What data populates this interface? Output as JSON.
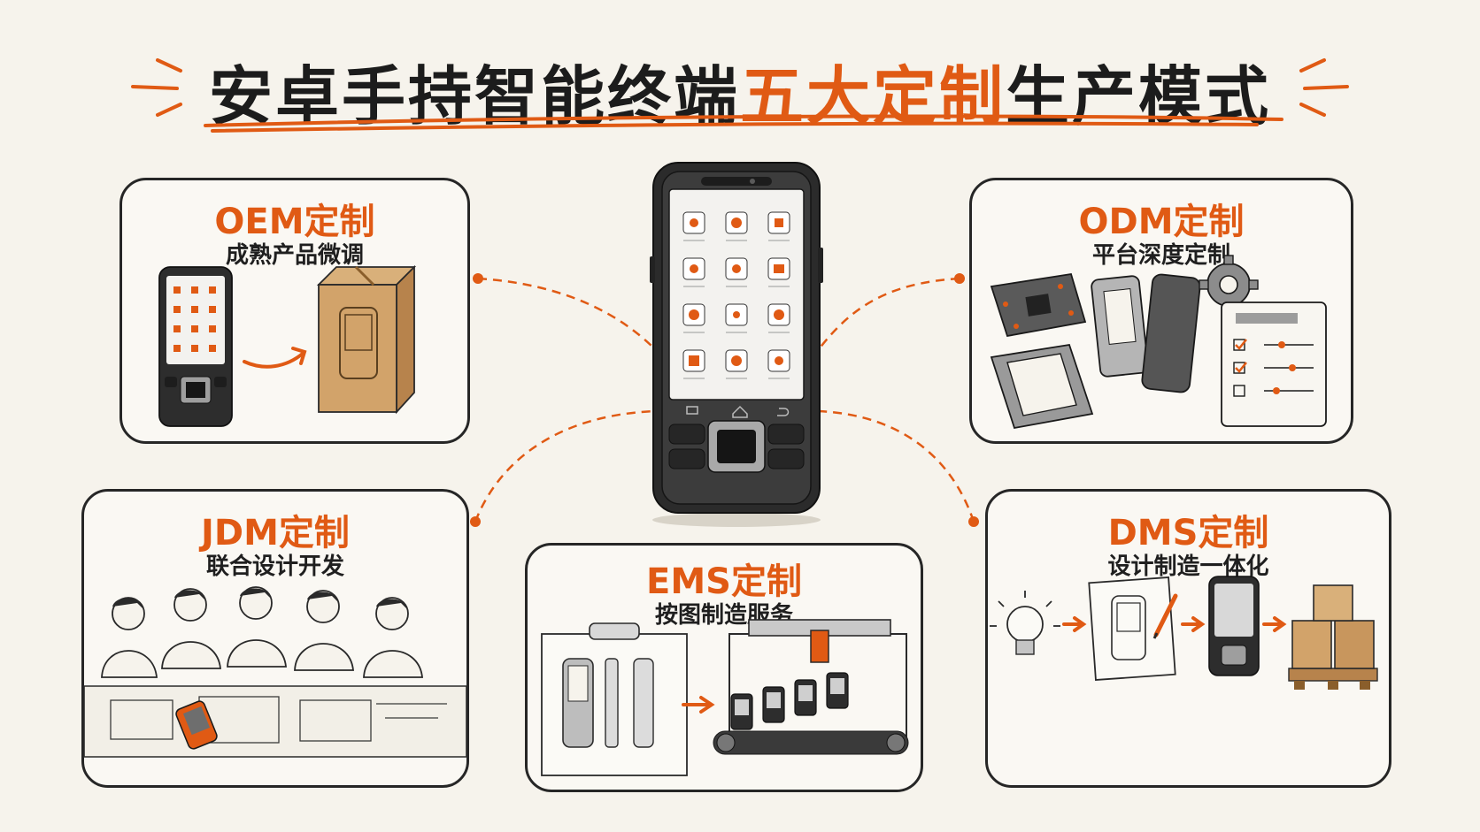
{
  "title": {
    "prefix": "安卓手持智能终端",
    "accent": "五大定制",
    "suffix": "生产模式"
  },
  "modes": {
    "oem": {
      "title": "OEM定制",
      "subtitle": "成熟产品微调"
    },
    "odm": {
      "title": "ODM定制",
      "subtitle": "平台深度定制"
    },
    "jdm": {
      "title": "JDM定制",
      "subtitle": "联合设计开发"
    },
    "ems": {
      "title": "EMS定制",
      "subtitle": "按图制造服务"
    },
    "dms": {
      "title": "DMS定制",
      "subtitle": "设计制造一体化"
    }
  },
  "colors": {
    "accent": "#e05a14",
    "ink": "#1c1c1c",
    "paper": "#f6f3ec"
  },
  "icons": [
    "arrow-right-icon",
    "gear-icon",
    "lightbulb-icon",
    "pencil-icon",
    "box-icon",
    "phone-icon"
  ]
}
